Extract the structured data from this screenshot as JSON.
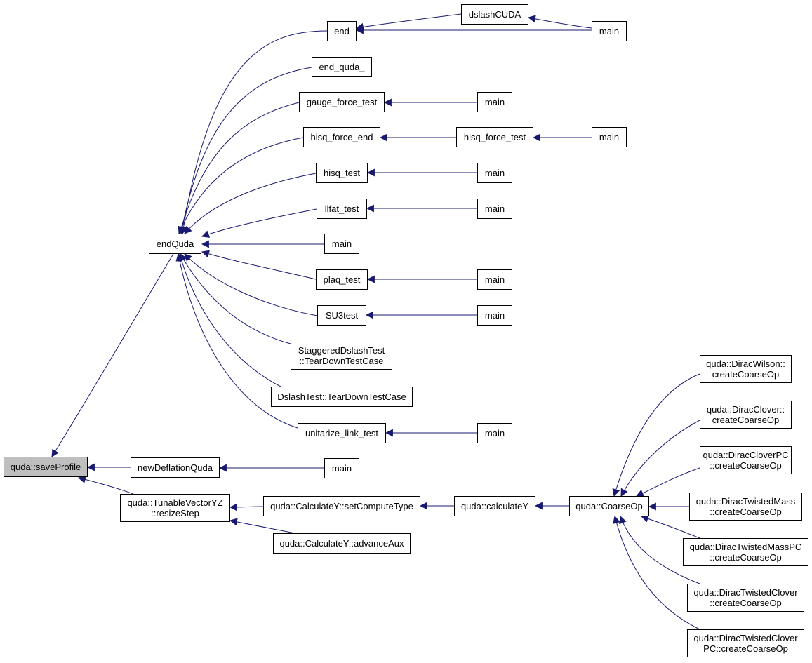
{
  "graph": {
    "colors": {
      "edge": "#191970",
      "node_border": "#000000",
      "node_fill": "#ffffff",
      "root_fill": "#bfbfbf"
    },
    "nodes": {
      "save_profile": {
        "lines": [
          "quda::saveProfile"
        ],
        "root": true
      },
      "end_quda": {
        "lines": [
          "endQuda"
        ]
      },
      "new_deflation_quda": {
        "lines": [
          "newDeflationQuda"
        ]
      },
      "tunable_vector_yz": {
        "lines": [
          "quda::TunableVectorYZ",
          "::resizeStep"
        ]
      },
      "end": {
        "lines": [
          "end"
        ]
      },
      "dslash_cuda": {
        "lines": [
          "dslashCUDA"
        ]
      },
      "main_end": {
        "lines": [
          "main"
        ]
      },
      "end_quda_": {
        "lines": [
          "end_quda_"
        ]
      },
      "gauge_force_test": {
        "lines": [
          "gauge_force_test"
        ]
      },
      "main_gauge": {
        "lines": [
          "main"
        ]
      },
      "hisq_force_end": {
        "lines": [
          "hisq_force_end"
        ]
      },
      "hisq_force_test": {
        "lines": [
          "hisq_force_test"
        ]
      },
      "main_hisq_force": {
        "lines": [
          "main"
        ]
      },
      "hisq_test": {
        "lines": [
          "hisq_test"
        ]
      },
      "main_hisq": {
        "lines": [
          "main"
        ]
      },
      "llfat_test": {
        "lines": [
          "llfat_test"
        ]
      },
      "main_llfat": {
        "lines": [
          "main"
        ]
      },
      "main_direct": {
        "lines": [
          "main"
        ]
      },
      "plaq_test": {
        "lines": [
          "plaq_test"
        ]
      },
      "main_plaq": {
        "lines": [
          "main"
        ]
      },
      "su3test": {
        "lines": [
          "SU3test"
        ]
      },
      "main_su3": {
        "lines": [
          "main"
        ]
      },
      "staggered_teardown": {
        "lines": [
          "StaggeredDslashTest",
          "::TearDownTestCase"
        ]
      },
      "dslash_teardown": {
        "lines": [
          "DslashTest::TearDownTestCase"
        ]
      },
      "unitarize_link_test": {
        "lines": [
          "unitarize_link_test"
        ]
      },
      "main_unitarize": {
        "lines": [
          "main"
        ]
      },
      "main_deflation": {
        "lines": [
          "main"
        ]
      },
      "set_compute_type": {
        "lines": [
          "quda::CalculateY::setComputeType"
        ]
      },
      "advance_aux": {
        "lines": [
          "quda::CalculateY::advanceAux"
        ]
      },
      "calculate_y": {
        "lines": [
          "quda::calculateY"
        ]
      },
      "coarse_op": {
        "lines": [
          "quda::CoarseOp"
        ]
      },
      "dirac_wilson": {
        "lines": [
          "quda::DiracWilson::",
          "createCoarseOp"
        ]
      },
      "dirac_clover": {
        "lines": [
          "quda::DiracClover::",
          "createCoarseOp"
        ]
      },
      "dirac_clover_pc": {
        "lines": [
          "quda::DiracCloverPC",
          "::createCoarseOp"
        ]
      },
      "dirac_twisted_mass": {
        "lines": [
          "quda::DiracTwistedMass",
          "::createCoarseOp"
        ]
      },
      "dirac_twisted_mass_pc": {
        "lines": [
          "quda::DiracTwistedMassPC",
          "::createCoarseOp"
        ]
      },
      "dirac_twisted_clover": {
        "lines": [
          "quda::DiracTwistedClover",
          "::createCoarseOp"
        ]
      },
      "dirac_twisted_clover_pc": {
        "lines": [
          "quda::DiracTwistedClover",
          "PC::createCoarseOp"
        ]
      }
    },
    "edges": [
      [
        "end_quda",
        "save_profile"
      ],
      [
        "new_deflation_quda",
        "save_profile"
      ],
      [
        "tunable_vector_yz",
        "save_profile"
      ],
      [
        "end",
        "end_quda"
      ],
      [
        "end_quda_",
        "end_quda"
      ],
      [
        "gauge_force_test",
        "end_quda"
      ],
      [
        "hisq_force_end",
        "end_quda"
      ],
      [
        "hisq_test",
        "end_quda"
      ],
      [
        "llfat_test",
        "end_quda"
      ],
      [
        "main_direct",
        "end_quda"
      ],
      [
        "plaq_test",
        "end_quda"
      ],
      [
        "su3test",
        "end_quda"
      ],
      [
        "staggered_teardown",
        "end_quda"
      ],
      [
        "dslash_teardown",
        "end_quda"
      ],
      [
        "unitarize_link_test",
        "end_quda"
      ],
      [
        "dslash_cuda",
        "end"
      ],
      [
        "main_end",
        "end"
      ],
      [
        "main_end",
        "dslash_cuda"
      ],
      [
        "main_gauge",
        "gauge_force_test"
      ],
      [
        "hisq_force_test",
        "hisq_force_end"
      ],
      [
        "main_hisq_force",
        "hisq_force_test"
      ],
      [
        "main_hisq",
        "hisq_test"
      ],
      [
        "main_llfat",
        "llfat_test"
      ],
      [
        "main_plaq",
        "plaq_test"
      ],
      [
        "main_su3",
        "su3test"
      ],
      [
        "main_unitarize",
        "unitarize_link_test"
      ],
      [
        "main_deflation",
        "new_deflation_quda"
      ],
      [
        "set_compute_type",
        "tunable_vector_yz"
      ],
      [
        "advance_aux",
        "tunable_vector_yz"
      ],
      [
        "calculate_y",
        "set_compute_type"
      ],
      [
        "coarse_op",
        "calculate_y"
      ],
      [
        "dirac_wilson",
        "coarse_op"
      ],
      [
        "dirac_clover",
        "coarse_op"
      ],
      [
        "dirac_clover_pc",
        "coarse_op"
      ],
      [
        "dirac_twisted_mass",
        "coarse_op"
      ],
      [
        "dirac_twisted_mass_pc",
        "coarse_op"
      ],
      [
        "dirac_twisted_clover",
        "coarse_op"
      ],
      [
        "dirac_twisted_clover_pc",
        "coarse_op"
      ]
    ]
  }
}
